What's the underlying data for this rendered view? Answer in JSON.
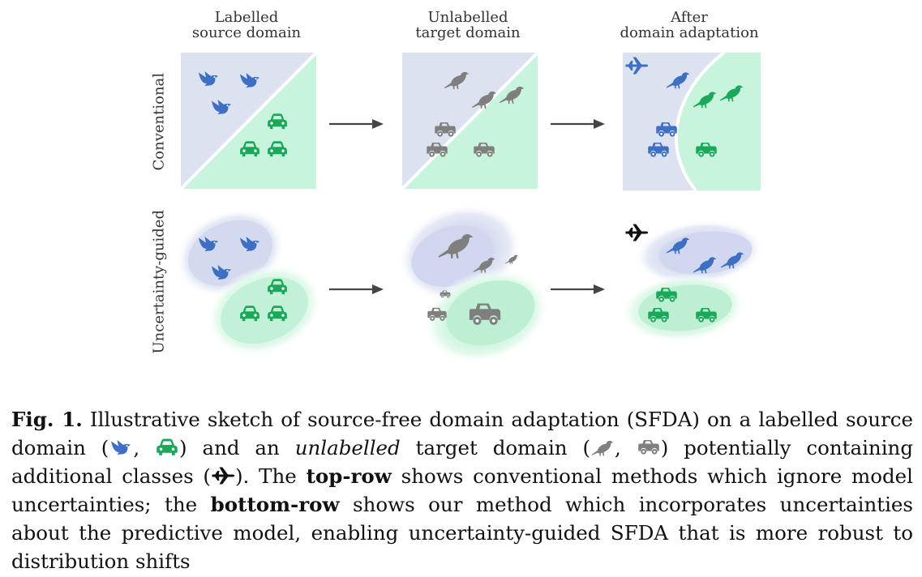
{
  "headers": {
    "col1": [
      "Labelled",
      "source domain"
    ],
    "col2": [
      "Unlabelled",
      "target domain"
    ],
    "col3": [
      "After",
      "domain adaptation"
    ]
  },
  "row_labels": {
    "top": "Conventional",
    "bottom": "Uncertainty-guided"
  },
  "colors": {
    "source_blue": "#3d6fc4",
    "target_green": "#1aa85a",
    "unlabelled_gray": "#7f7f7f",
    "region_blue": "#dde2f1",
    "region_green": "#c8f4de",
    "arrow": "#444444"
  },
  "caption": {
    "fig": "Fig. 1.",
    "t1": " Illustrative sketch of source-free domain adaptation (SFDA) on a labelled source domain (",
    "sep1": ", ",
    "t2": ") and an ",
    "unlabelled": "unlabelled",
    "t3": " target domain (",
    "sep2": ", ",
    "t4": ") potentially containing additional classes (",
    "t5": "). The ",
    "toprow": "top-row",
    "t6": " shows conventional methods which ignore model uncertainties; the ",
    "bottomrow": "bottom-row",
    "t7": " shows our method which incorporates uncertainties about the predictive model, enabling uncertainty-guided SFDA that is more robust to distribution shifts"
  },
  "icons": [
    "bird-icon",
    "car-icon",
    "plane-icon",
    "arrow-icon"
  ]
}
